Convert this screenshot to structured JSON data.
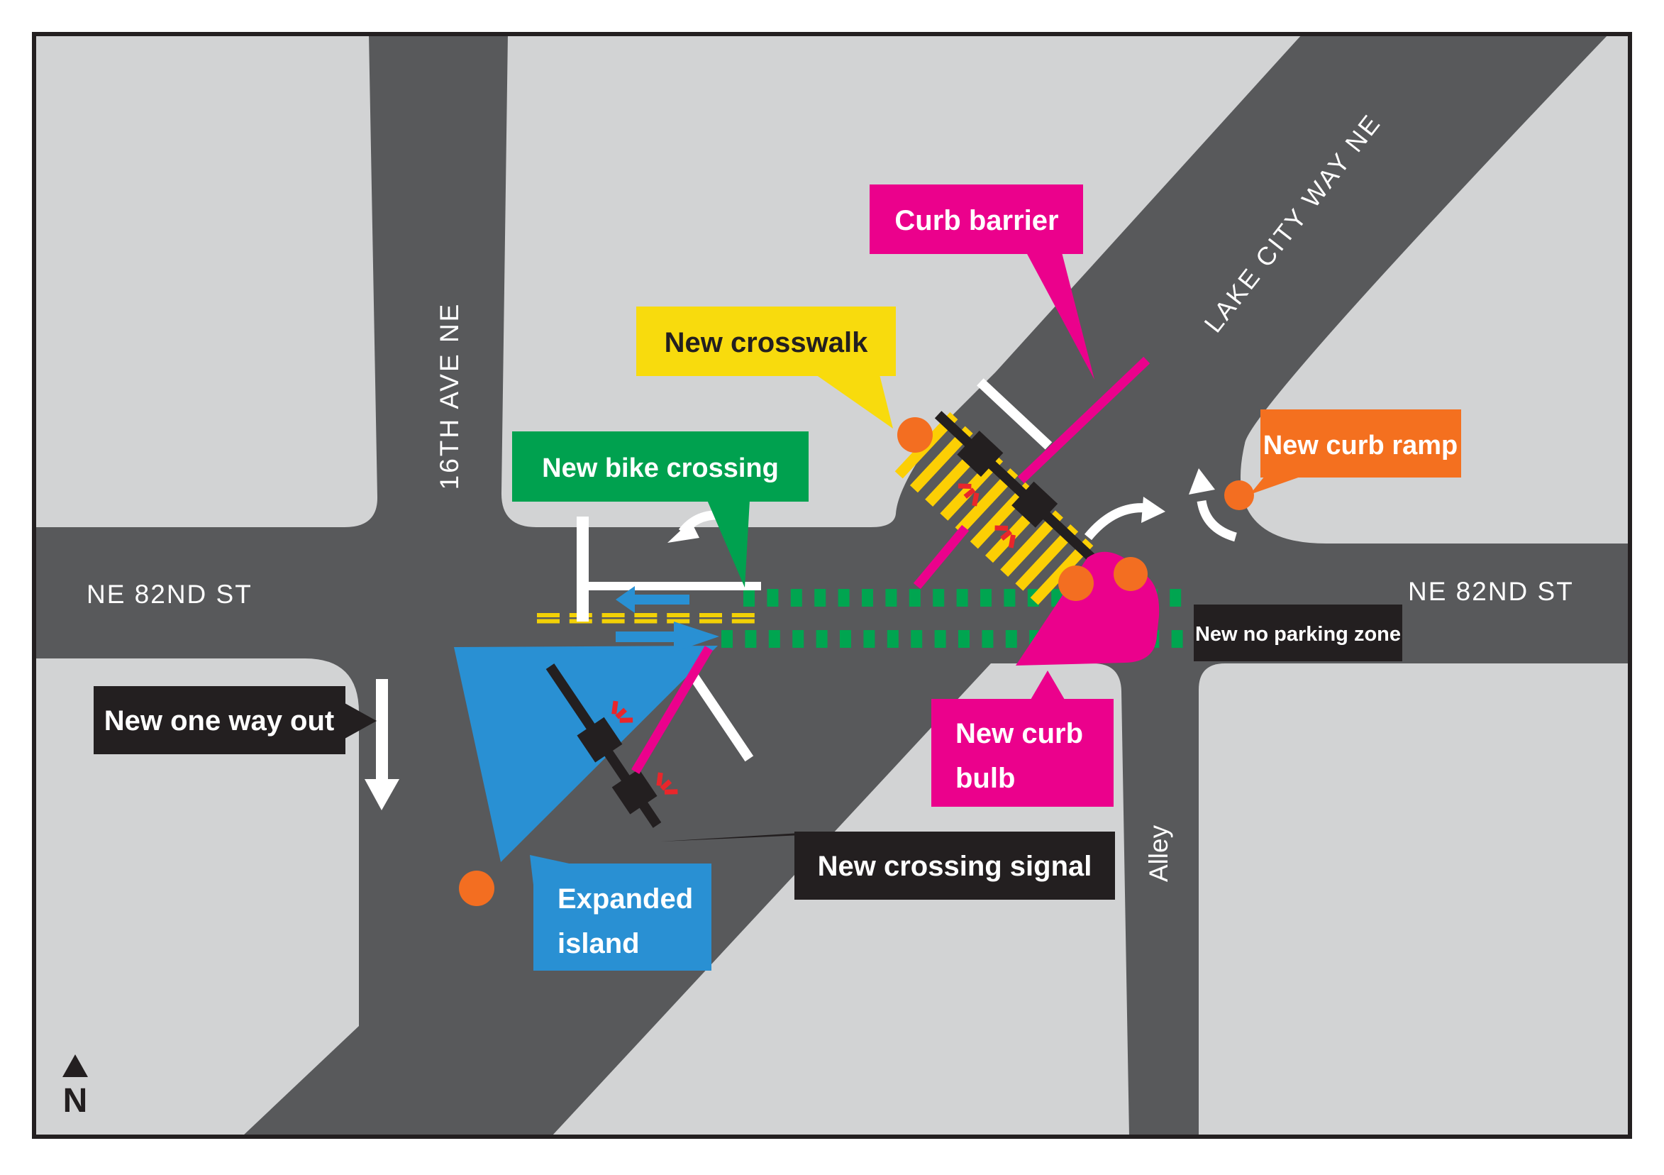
{
  "map": {
    "title_context": "intersection improvement map",
    "streets": {
      "ave16": "16TH AVE NE",
      "lakecity": "LAKE CITY WAY NE",
      "ne82_left": "NE 82ND ST",
      "ne82_right": "NE 82ND ST",
      "alley": "Alley"
    },
    "north_label": "N",
    "callouts": {
      "curb_barrier": {
        "label": "Curb barrier",
        "color": "#EB018C",
        "text_color": "#ffffff"
      },
      "new_crosswalk": {
        "label": "New crosswalk",
        "color": "#F8DB0D",
        "text_color": "#231F20"
      },
      "new_bike_crossing": {
        "label": "New bike crossing",
        "color": "#00A14F",
        "text_color": "#ffffff"
      },
      "new_curb_ramp": {
        "label": "New curb ramp",
        "color": "#F4701F",
        "text_color": "#ffffff"
      },
      "new_no_parking": {
        "label": "New no parking zone",
        "color": "#231F20",
        "text_color": "#ffffff"
      },
      "new_one_way_out": {
        "label": "New one way out",
        "color": "#231F20",
        "text_color": "#ffffff"
      },
      "new_curb_bulb": {
        "label_line1": "New curb",
        "label_line2": "bulb",
        "color": "#EB018C",
        "text_color": "#ffffff"
      },
      "new_crossing_signal": {
        "label": "New crossing signal",
        "color": "#231F20",
        "text_color": "#ffffff"
      },
      "expanded_island": {
        "label_line1": "Expanded",
        "label_line2": "island",
        "color": "#2990D3",
        "text_color": "#ffffff"
      }
    },
    "colors": {
      "background": "#ffffff",
      "sidewalk": "#D2D3D4",
      "road": "#58595B",
      "frame": "#231F20",
      "magenta": "#EB018C",
      "yellow_stripe": "#FCCF04",
      "yellow_dash": "#F2D106",
      "green_dash": "#00A550",
      "blue": "#2990D3",
      "orange": "#F36E21",
      "white": "#ffffff",
      "signal_black": "#231F20",
      "flash_red": "#E9262B"
    }
  }
}
